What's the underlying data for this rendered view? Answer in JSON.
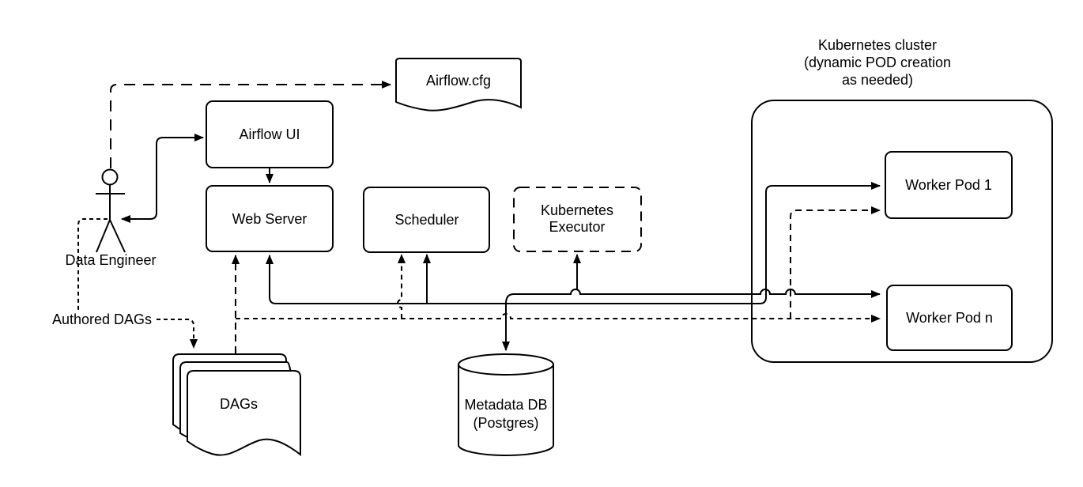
{
  "diagram": {
    "type": "architecture-diagram",
    "subject": "Apache Airflow with Kubernetes Executor",
    "colors": {
      "stroke": "#000000",
      "background": "#ffffff"
    },
    "nodes": {
      "data_engineer": {
        "label": "Data Engineer",
        "shape": "actor-stick-figure"
      },
      "airflow_cfg": {
        "label": "Airflow.cfg",
        "shape": "document"
      },
      "airflow_ui": {
        "label": "Airflow UI",
        "shape": "rounded-box"
      },
      "web_server": {
        "label": "Web Server",
        "shape": "rounded-box"
      },
      "scheduler": {
        "label": "Scheduler",
        "shape": "rounded-box"
      },
      "kubernetes_executor": {
        "label_line1": "Kubernetes",
        "label_line2": "Executor",
        "shape": "rounded-box-dashed"
      },
      "authored_dags": {
        "label": "Authored DAGs",
        "shape": "edge-label"
      },
      "dags": {
        "label": "DAGs",
        "shape": "document-stack"
      },
      "metadata_db": {
        "label_line1": "Metadata DB",
        "label_line2": "(Postgres)",
        "shape": "cylinder"
      },
      "kubernetes_cluster": {
        "label_line1": "Kubernetes cluster",
        "label_line2": "(dynamic POD creation",
        "label_line3": "as needed)",
        "shape": "rounded-container"
      },
      "worker_pod_1": {
        "label": "Worker Pod 1",
        "shape": "rounded-box"
      },
      "worker_pod_n": {
        "label": "Worker Pod n",
        "shape": "rounded-box"
      }
    },
    "edges": [
      {
        "from": "data_engineer",
        "to": "airflow_cfg",
        "style": "long-dashed",
        "arrow": "end"
      },
      {
        "from": "data_engineer",
        "to": "airflow_ui",
        "style": "solid",
        "arrow": "both"
      },
      {
        "from": "airflow_ui",
        "to": "web_server",
        "style": "solid",
        "arrow": "end"
      },
      {
        "from": "data_engineer",
        "to": "dags",
        "style": "dashed",
        "label": "Authored DAGs",
        "arrow": "end"
      },
      {
        "from": "dags",
        "to": "web_server",
        "style": "dashed",
        "arrow": "end"
      },
      {
        "from": "dags",
        "to": "scheduler",
        "style": "dashed",
        "arrow": "end"
      },
      {
        "from": "dags",
        "to": "worker_pod_1",
        "style": "dashed",
        "arrow": "end"
      },
      {
        "from": "dags",
        "to": "worker_pod_n",
        "style": "dashed",
        "arrow": "end"
      },
      {
        "from": "solid_bus",
        "to": "web_server",
        "style": "solid",
        "arrow": "end"
      },
      {
        "from": "solid_bus",
        "to": "scheduler",
        "style": "solid",
        "arrow": "end"
      },
      {
        "from": "solid_bus",
        "to": "kubernetes_executor",
        "style": "solid",
        "arrow": "end"
      },
      {
        "from": "solid_bus",
        "to": "metadata_db",
        "style": "solid",
        "arrow": "end"
      },
      {
        "from": "solid_bus",
        "to": "worker_pod_1",
        "style": "solid",
        "arrow": "end"
      },
      {
        "from": "solid_bus",
        "to": "worker_pod_n",
        "style": "solid",
        "arrow": "end"
      }
    ]
  }
}
